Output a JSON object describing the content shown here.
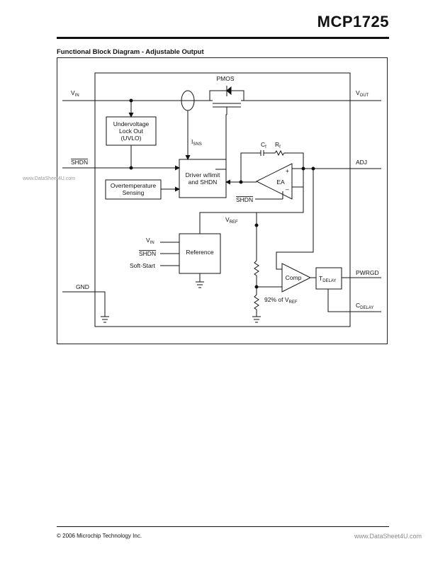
{
  "header": {
    "part_number": "MCP1725"
  },
  "figure": {
    "title": "Functional Block Diagram  - Adjustable Output",
    "blocks": {
      "uvlo": [
        "Undervoltage",
        "Lock Out",
        "(UVLO)"
      ],
      "overtemp": [
        "Overtemperature",
        "Sensing"
      ],
      "driver": [
        "Driver w/limit",
        "and SHDN"
      ],
      "ea": "EA",
      "reference": "Reference",
      "comp": "Comp",
      "tdelay": {
        "main": "T",
        "sub": "DELAY"
      },
      "pmos": "PMOS"
    },
    "pins": {
      "vin": {
        "main": "V",
        "sub": "IN"
      },
      "vout": {
        "main": "V",
        "sub": "OUT"
      },
      "shdn": "SHDN",
      "adj": "ADJ",
      "gnd": "GND",
      "pwrgd": "PWRGD",
      "cdelay": {
        "main": "C",
        "sub": "DELAY"
      }
    },
    "labels": {
      "isns": {
        "main": "I",
        "sub": "SNS"
      },
      "cf": {
        "main": "C",
        "sub": "f"
      },
      "rf": {
        "main": "R",
        "sub": "f"
      },
      "plus": "+",
      "minus": "–",
      "ea_shdn": "SHDN",
      "vref": {
        "main": "V",
        "sub": "REF"
      },
      "ref_vin": {
        "main": "V",
        "sub": "IN"
      },
      "ref_shdn": "SHDN",
      "soft_start": "Soft-Start",
      "pct_vref": {
        "main": "92% of V",
        "sub": "REF"
      }
    }
  },
  "footer": {
    "copyright": "© 2006 Microchip Technology Inc.",
    "watermark_left": "www.DataSheet4U.com",
    "watermark_right": "www.DataSheet4U.com"
  }
}
